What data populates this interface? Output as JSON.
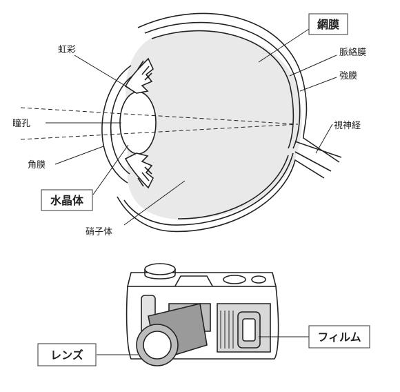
{
  "eye": {
    "labels": {
      "retina": "網膜",
      "iris": "虹彩",
      "choroid": "脈絡膜",
      "sclera": "強膜",
      "pupil": "瞳孔",
      "optic_nerve": "視神経",
      "cornea": "角膜",
      "lens": "水晶体",
      "vitreous": "硝子体"
    }
  },
  "camera": {
    "labels": {
      "lens": "レンズ",
      "film": "フィルム"
    }
  }
}
